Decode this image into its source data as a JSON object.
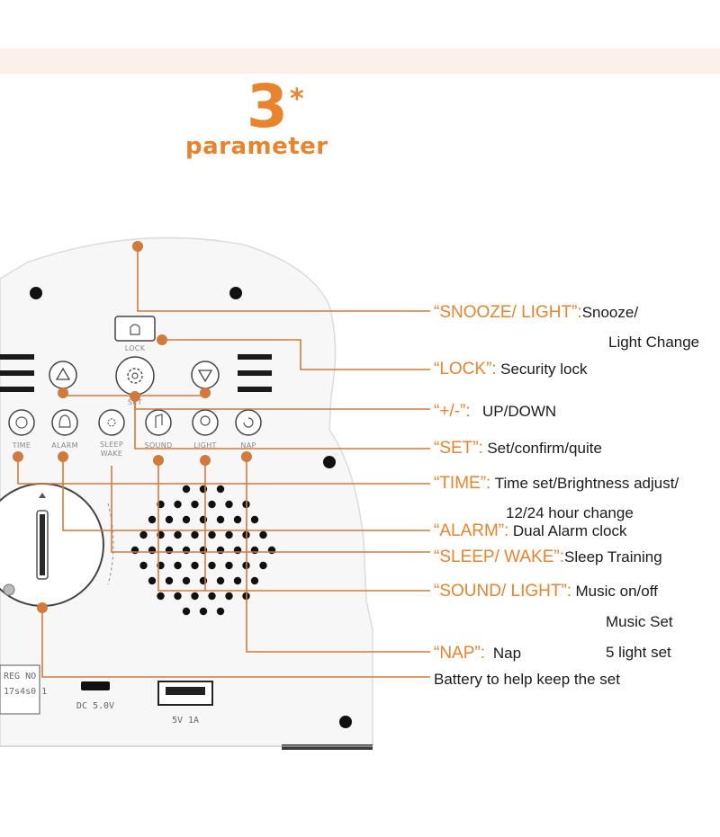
{
  "heading": {
    "number": "3",
    "mark": "*",
    "subtitle": "parameter"
  },
  "device": {
    "button_labels": [
      "LOCK",
      "SET",
      "TIME",
      "ALARM",
      "SLEEP",
      "WAKE",
      "SOUND",
      "LIGHT",
      "NAP"
    ],
    "panel_text": {
      "reg_line1": "REG NO",
      "reg_line2": "17s4s0 1",
      "dc": "DC 5.0V",
      "usb": "5V 1A"
    }
  },
  "callouts": [
    {
      "key": "“SNOOZE/ LIGHT”:",
      "value": "Snooze/"
    },
    {
      "key": "“LOCK”:",
      "value": "Security lock"
    },
    {
      "key": "“+/-”:",
      "value": "UP/DOWN"
    },
    {
      "key": "“SET”:",
      "value": "Set/confirm/quite"
    },
    {
      "key": "“TIME”:",
      "value": "Time set/Brightness adjust/"
    },
    {
      "key": "“ALARM”:",
      "value": "Dual Alarm clock"
    },
    {
      "key": "“SLEEP/ WAKE”:",
      "value": "Sleep Training"
    },
    {
      "key": "“SOUND/ LIGHT”:",
      "value": "Music on/off"
    },
    {
      "key": "“NAP”:",
      "value": "Nap"
    },
    {
      "key": "",
      "value": "Battery to help keep the set"
    }
  ],
  "continuations": [
    "Light Change",
    "12/24 hour change",
    "Music Set",
    "5 light set"
  ],
  "colors": {
    "accent": "#e8832e",
    "leader": "#d27a3c",
    "text": "#1b1b1b"
  }
}
